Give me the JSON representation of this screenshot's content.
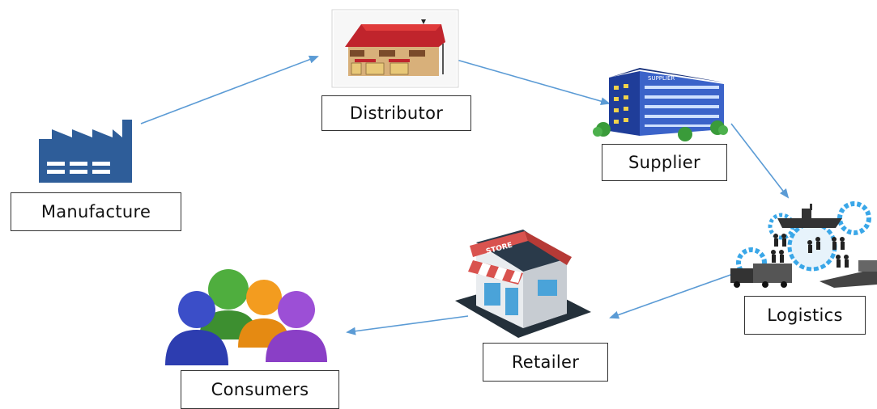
{
  "nodes": {
    "manufacture": {
      "label": "Manufacture",
      "icon": "factory-icon"
    },
    "distributor": {
      "label": "Distributor",
      "icon": "warehouse-icon"
    },
    "supplier": {
      "label": "Supplier",
      "icon": "office-building-icon",
      "sign": "SUPPLIER"
    },
    "logistics": {
      "label": "Logistics",
      "icon": "logistics-network-icon"
    },
    "retailer": {
      "label": "Retailer",
      "icon": "store-icon",
      "sign": "STORE"
    },
    "consumers": {
      "label": "Consumers",
      "icon": "people-group-icon"
    }
  },
  "flow": [
    "manufacture",
    "distributor",
    "supplier",
    "logistics",
    "retailer",
    "consumers"
  ],
  "colors": {
    "arrow": "#5b9bd5",
    "factory": "#2e5d99",
    "building": "#2a4aa8",
    "gear": "#3aa7e8",
    "store_roof": "#d9534f"
  }
}
